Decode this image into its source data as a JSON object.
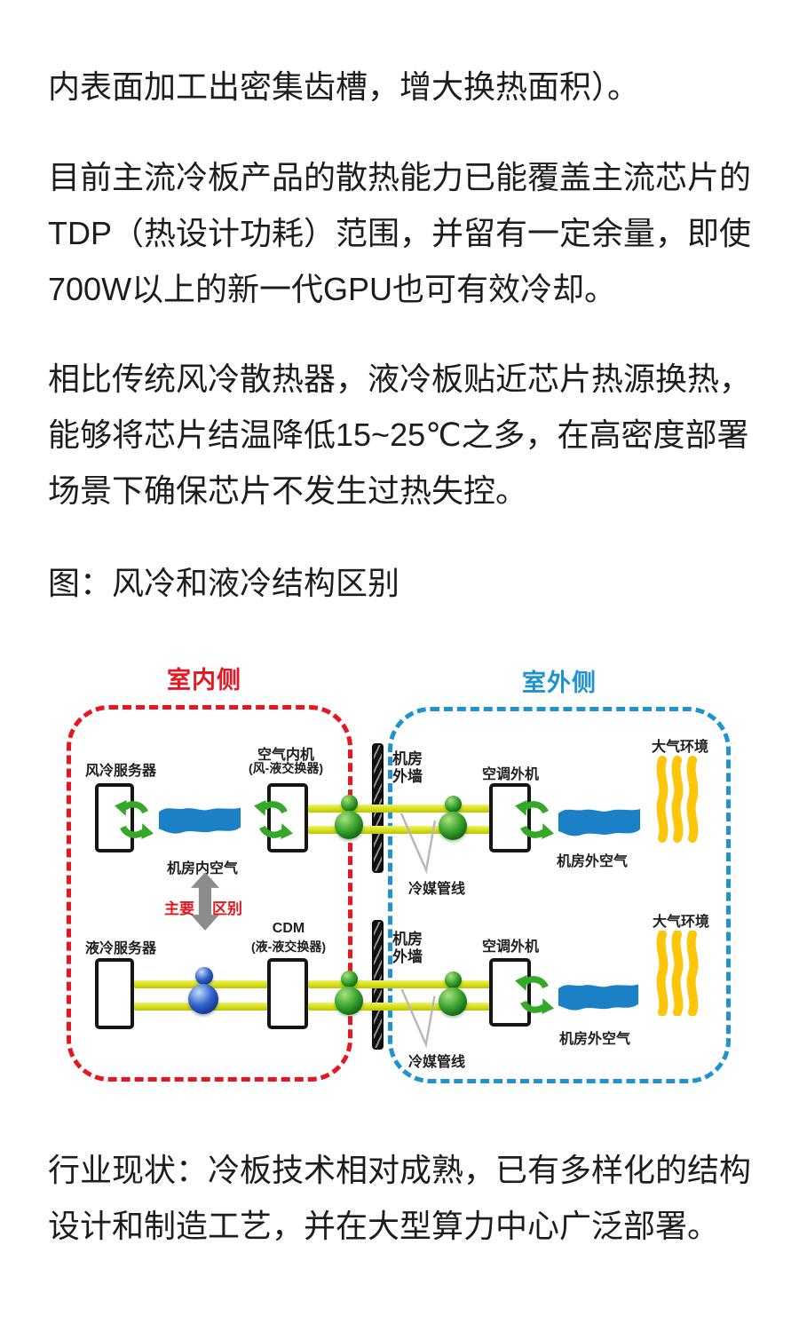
{
  "text": {
    "p1": [
      "内表面加工出密集齿槽，增大换热面积）。"
    ],
    "p2": [
      "目前主流冷板产品的散热能力已能覆盖主流芯片的",
      "TDP（热设计功耗）范围，并留有一定余量，即使",
      "700W以上的新一代GPU也可有效冷却。"
    ],
    "p3": [
      "相比传统风冷散热器，液冷板贴近芯片热源换热，",
      "能够将芯片结温降低15~25℃之多，在高密度部署",
      "场景下确保芯片不发生过热失控。"
    ],
    "caption": [
      "图：风冷和液冷结构区别"
    ],
    "p4": [
      "行业现状：冷板技术相对成熟，已有多样化的结构",
      "设计和制造工艺，并在大型算力中心广泛部署。"
    ]
  },
  "figure": {
    "indoor": {
      "title": "室内侧",
      "server": "风冷服务器",
      "room_air": "机房内空气",
      "unit_line1": "空气内机",
      "unit_line2": "(风-液交换器)",
      "liquid_server": "液冷服务器",
      "cdm_line1": "CDM",
      "cdm_line2": "(液-液交换器)"
    },
    "middle": {
      "left": "主要",
      "right": "区别"
    },
    "outdoor": {
      "title": "室外侧",
      "wall": [
        "机房",
        "外墙"
      ],
      "unit": "空调外机",
      "air": "机房外空气",
      "atmosphere": "大气环境",
      "refrigerant": "冷媒管线"
    },
    "colors": {
      "indoor_accent": "#e61721",
      "outdoor_accent": "#1e93cf",
      "wave_blue": "#1b80c5",
      "pipe_yellow": "#d6de12",
      "atmosphere_gold": "#fcc60a",
      "recycle_green": "#35a829",
      "arrow_gray": "#8c8c8c"
    }
  }
}
